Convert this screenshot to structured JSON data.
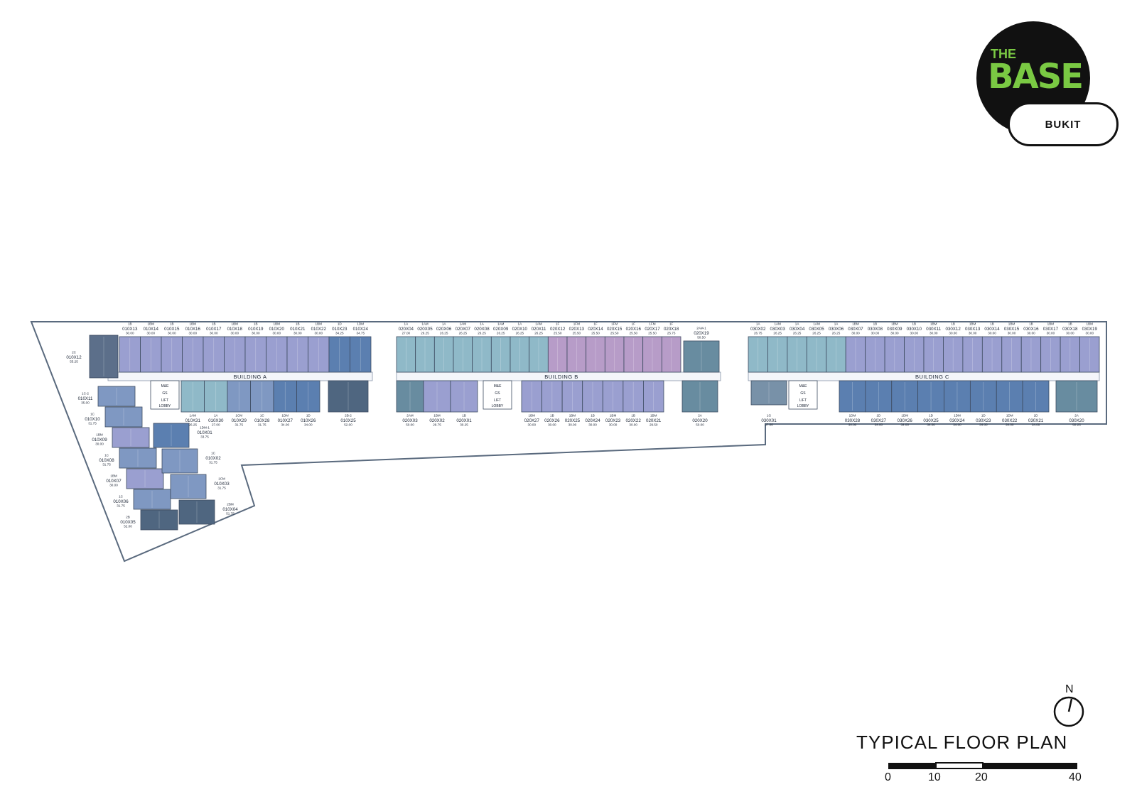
{
  "brand": {
    "the": "THE",
    "base": "BASE",
    "location": "BUKIT"
  },
  "title": "TYPICAL FLOOR PLAN",
  "north": "N",
  "scale": {
    "ticks": [
      "0",
      "10",
      "20",
      "40"
    ]
  },
  "buildings": [
    {
      "label": "BUILDING A",
      "top_row": [
        {
          "type": "1B",
          "code": "010X13",
          "area": "30.00"
        },
        {
          "type": "1BM",
          "code": "010X14",
          "area": "30.00"
        },
        {
          "type": "1B",
          "code": "010X15",
          "area": "30.00"
        },
        {
          "type": "1BM",
          "code": "010X16",
          "area": "30.00"
        },
        {
          "type": "1B",
          "code": "010X17",
          "area": "30.00"
        },
        {
          "type": "1BM",
          "code": "010X18",
          "area": "30.00"
        },
        {
          "type": "1B",
          "code": "010X19",
          "area": "30.00"
        },
        {
          "type": "1BM",
          "code": "010X20",
          "area": "30.00"
        },
        {
          "type": "1B",
          "code": "010X21",
          "area": "30.00"
        },
        {
          "type": "1BM",
          "code": "010X22",
          "area": "30.00"
        },
        {
          "type": "1D",
          "code": "010X23",
          "area": "34.25"
        },
        {
          "type": "1DM",
          "code": "010X24",
          "area": "34.75"
        }
      ],
      "bottom_row": [
        {
          "type": "1AM",
          "code": "010X31",
          "area": "26.25"
        },
        {
          "type": "1A",
          "code": "010X30",
          "area": "27.00"
        },
        {
          "type": "1CM",
          "code": "010X29",
          "area": "31.75"
        },
        {
          "type": "1C",
          "code": "010X28",
          "area": "31.75"
        },
        {
          "type": "1DM",
          "code": "010X27",
          "area": "34.00"
        },
        {
          "type": "1D",
          "code": "010X26",
          "area": "34.00"
        },
        {
          "type": "2B-2",
          "code": "010X25",
          "area": "52.00"
        }
      ],
      "corner": {
        "type": "2C",
        "code": "010X12",
        "area": "55.25"
      },
      "wing_left": [
        {
          "type": "1C-2",
          "code": "010X11",
          "area": "35.00"
        },
        {
          "type": "1C",
          "code": "010X10",
          "area": "31.75"
        },
        {
          "type": "1BM",
          "code": "010X09",
          "area": "30.00"
        },
        {
          "type": "1C",
          "code": "010X08",
          "area": "31.75"
        },
        {
          "type": "1BM",
          "code": "010X07",
          "area": "30.00"
        },
        {
          "type": "1C",
          "code": "010X06",
          "area": "31.75"
        },
        {
          "type": "2B",
          "code": "010X05",
          "area": "52.00"
        }
      ],
      "wing_right": [
        {
          "type": "1DM-1",
          "code": "010X01",
          "area": "33.75"
        },
        {
          "type": "1C",
          "code": "010X02",
          "area": "31.75"
        },
        {
          "type": "1CM",
          "code": "010X03",
          "area": "31.75"
        },
        {
          "type": "2BM",
          "code": "010X04",
          "area": "51.75"
        }
      ],
      "core": {
        "me": "M&E",
        "gs": "GS",
        "lift": "LIFT",
        "lobby": "LOBBY"
      }
    },
    {
      "label": "BUILDING B",
      "top_row": [
        {
          "type": "1A",
          "code": "020X04",
          "area": "27.00"
        },
        {
          "type": "1AM",
          "code": "020X05",
          "area": "26.25"
        },
        {
          "type": "1A",
          "code": "020X06",
          "area": "26.25"
        },
        {
          "type": "1AM",
          "code": "020X07",
          "area": "26.25"
        },
        {
          "type": "1A",
          "code": "020X08",
          "area": "26.25"
        },
        {
          "type": "1AM",
          "code": "020X09",
          "area": "26.25"
        },
        {
          "type": "1A",
          "code": "020X10",
          "area": "26.25"
        },
        {
          "type": "1AM",
          "code": "020X11",
          "area": "26.25"
        },
        {
          "type": "1F",
          "code": "020X12",
          "area": "25.50"
        },
        {
          "type": "1FM",
          "code": "020X13",
          "area": "25.50"
        },
        {
          "type": "1F",
          "code": "020X14",
          "area": "25.50"
        },
        {
          "type": "1FM",
          "code": "020X15",
          "area": "25.50"
        },
        {
          "type": "1F",
          "code": "020X16",
          "area": "25.50"
        },
        {
          "type": "1FM",
          "code": "020X17",
          "area": "25.50"
        },
        {
          "type": "1F",
          "code": "020X18",
          "area": "25.75"
        },
        {
          "type": "2AM-1",
          "code": "020X19",
          "area": "50.50"
        }
      ],
      "bottom_row": [
        {
          "type": "2AM",
          "code": "020X03",
          "area": "50.00"
        },
        {
          "type": "1BM",
          "code": "020X02",
          "area": "29.75"
        },
        {
          "type": "1B",
          "code": "020X01",
          "area": "30.25"
        },
        {
          "type": "1BM",
          "code": "020X27",
          "area": "30.00"
        },
        {
          "type": "1B",
          "code": "020X26",
          "area": "30.00"
        },
        {
          "type": "1BM",
          "code": "020X25",
          "area": "30.00"
        },
        {
          "type": "1B",
          "code": "020X24",
          "area": "30.00"
        },
        {
          "type": "1BM",
          "code": "020X23",
          "area": "30.00"
        },
        {
          "type": "1B",
          "code": "020X22",
          "area": "30.00"
        },
        {
          "type": "1BM",
          "code": "020X21",
          "area": "29.50"
        },
        {
          "type": "2A",
          "code": "020X20",
          "area": "50.00"
        }
      ],
      "core": {
        "me": "M&E",
        "gs": "GS",
        "lift": "LIFT",
        "lobby": "LOBBY"
      }
    },
    {
      "label": "BUILDING C",
      "top_row": [
        {
          "type": "1A",
          "code": "030X02",
          "area": "26.75"
        },
        {
          "type": "1AM",
          "code": "030X03",
          "area": "26.25"
        },
        {
          "type": "1A",
          "code": "030X04",
          "area": "26.25"
        },
        {
          "type": "1AM",
          "code": "030X05",
          "area": "26.25"
        },
        {
          "type": "1A",
          "code": "030X06",
          "area": "26.25"
        },
        {
          "type": "1BM",
          "code": "030X07",
          "area": "30.00"
        },
        {
          "type": "1B",
          "code": "030X08",
          "area": "30.00"
        },
        {
          "type": "1BM",
          "code": "030X09",
          "area": "30.00"
        },
        {
          "type": "1B",
          "code": "030X10",
          "area": "30.00"
        },
        {
          "type": "1BM",
          "code": "030X11",
          "area": "30.00"
        },
        {
          "type": "1B",
          "code": "030X12",
          "area": "30.00"
        },
        {
          "type": "1BM",
          "code": "030X13",
          "area": "30.00"
        },
        {
          "type": "1B",
          "code": "030X14",
          "area": "30.00"
        },
        {
          "type": "1BM",
          "code": "030X15",
          "area": "30.00"
        },
        {
          "type": "1B",
          "code": "030X16",
          "area": "30.00"
        },
        {
          "type": "1BM",
          "code": "030X17",
          "area": "30.00"
        },
        {
          "type": "1B",
          "code": "030X18",
          "area": "30.00"
        },
        {
          "type": "1BM",
          "code": "030X19",
          "area": "30.00"
        }
      ],
      "bottom_row": [
        {
          "type": "1G",
          "code": "030X01",
          "area": "37.00"
        },
        {
          "type": "1DM",
          "code": "030X28",
          "area": "34.00"
        },
        {
          "type": "1D",
          "code": "030X27",
          "area": "34.00"
        },
        {
          "type": "1DM",
          "code": "030X26",
          "area": "34.00"
        },
        {
          "type": "1D",
          "code": "030X25",
          "area": "34.00"
        },
        {
          "type": "1DM",
          "code": "030X24",
          "area": "34.00"
        },
        {
          "type": "1D",
          "code": "030X23",
          "area": "34.00"
        },
        {
          "type": "1DM",
          "code": "030X22",
          "area": "34.00"
        },
        {
          "type": "1D",
          "code": "030X21",
          "area": "34.00"
        },
        {
          "type": "2A",
          "code": "030X20",
          "area": "50.25"
        }
      ],
      "core": {
        "me": "M&E",
        "gs": "GS",
        "lift": "LIFT",
        "lobby": "LOBBY"
      }
    }
  ]
}
